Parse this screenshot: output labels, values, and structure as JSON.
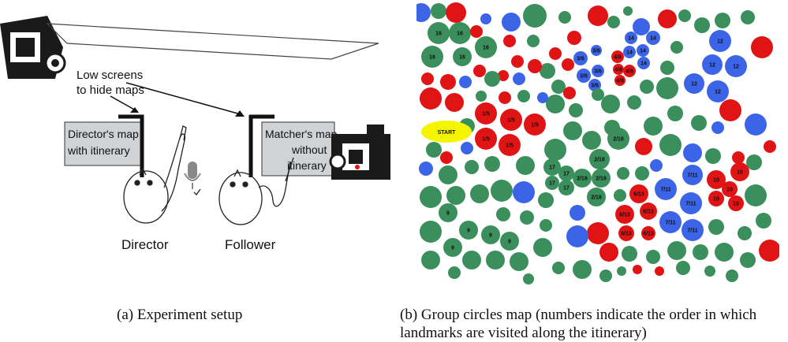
{
  "setup": {
    "low_screens_line1": "Low screens",
    "low_screens_line2": "to hide maps",
    "director_map_line1": "Director's map",
    "director_map_line2": "with itinerary",
    "matcher_map_line1": "Matcher's map",
    "matcher_map_line2": "without",
    "matcher_map_line3": "itinerary",
    "director_label": "Director",
    "follower_label": "Follower"
  },
  "map": {
    "start_label": "START",
    "colors": {
      "green": "#3a8f5c",
      "red": "#e01414",
      "blue": "#3c64e6",
      "yellow": "#f5f500"
    },
    "labels": [
      "16",
      "16",
      "16",
      "16",
      "16",
      "3/6",
      "3/6",
      "3/6",
      "3/6",
      "3/6",
      "14",
      "14",
      "14",
      "14",
      "14",
      "14",
      "4/8",
      "4/8",
      "4/8",
      "4/8",
      "12",
      "12",
      "12",
      "12",
      "12",
      "1/5",
      "1/5",
      "1/5",
      "1/5",
      "1/5",
      "17",
      "17",
      "17",
      "17",
      "2/18",
      "2/18",
      "2/18",
      "2/18",
      "2/18",
      "7/11",
      "7/11",
      "7/11",
      "7/11",
      "7/11",
      "10",
      "10",
      "10",
      "10",
      "10",
      "6/13",
      "6/13",
      "6/13",
      "6/13",
      "6/13",
      "9",
      "9",
      "9",
      "9",
      "9"
    ]
  },
  "captions": {
    "a": "(a) Experiment setup",
    "b": "(b) Group circles map (numbers indicate the order in which landmarks are visited along the itinerary)"
  }
}
